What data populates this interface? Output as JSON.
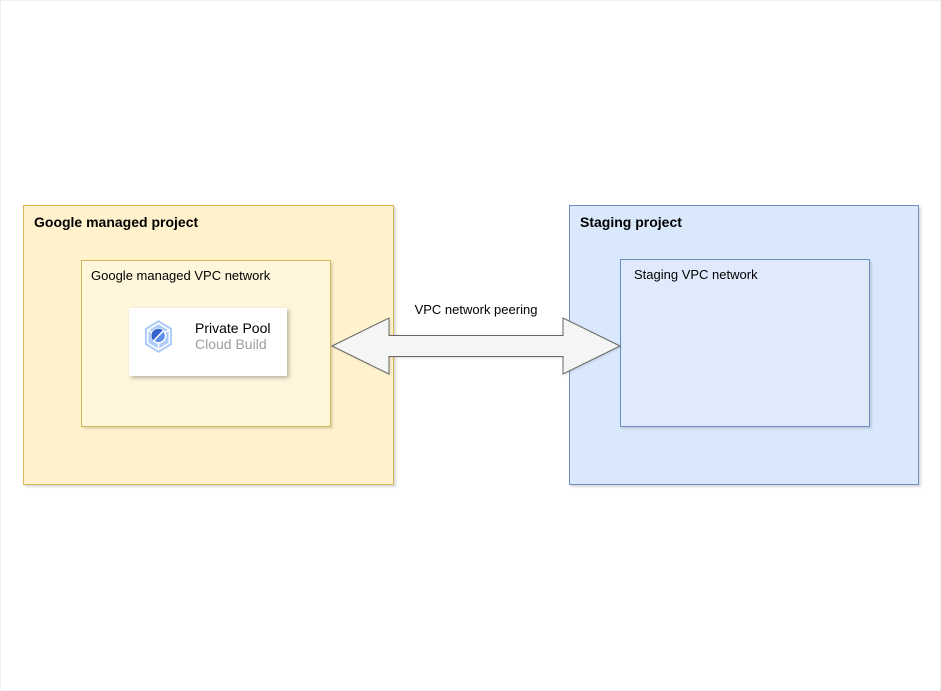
{
  "canvas": {
    "background": "#ffffff"
  },
  "diagram": {
    "google_project": {
      "title": "Google managed project",
      "fill": "#FFF2CC",
      "border": "#D6B656",
      "vpc_box": {
        "label": "Google managed VPC network",
        "fill": "#FFF6DC",
        "border": "#D6B656",
        "card": {
          "title": "Private Pool",
          "subtitle": "Cloud Build",
          "icon": "cloud-build-icon",
          "fill": "#FFFFFF",
          "title_color": "#000000",
          "subtitle_color": "#9E9E9E",
          "icon_colors": {
            "hexagon": "#AECBFA",
            "wireframe": "#FFFFFF",
            "circle_light": "#5F8EE8",
            "circle_dark": "#3465CE"
          }
        }
      }
    },
    "staging_project": {
      "title": "Staging project",
      "fill": "#DAE8FC",
      "border": "#6C8EBF",
      "vpc_box": {
        "label": "Staging VPC network",
        "fill": "#DFEBFC",
        "border": "#6C8EBF"
      }
    },
    "peering": {
      "label": "VPC network peering",
      "direction": "bidirectional",
      "arrow_fill": "#F5F5F5",
      "arrow_border": "#666666"
    }
  }
}
